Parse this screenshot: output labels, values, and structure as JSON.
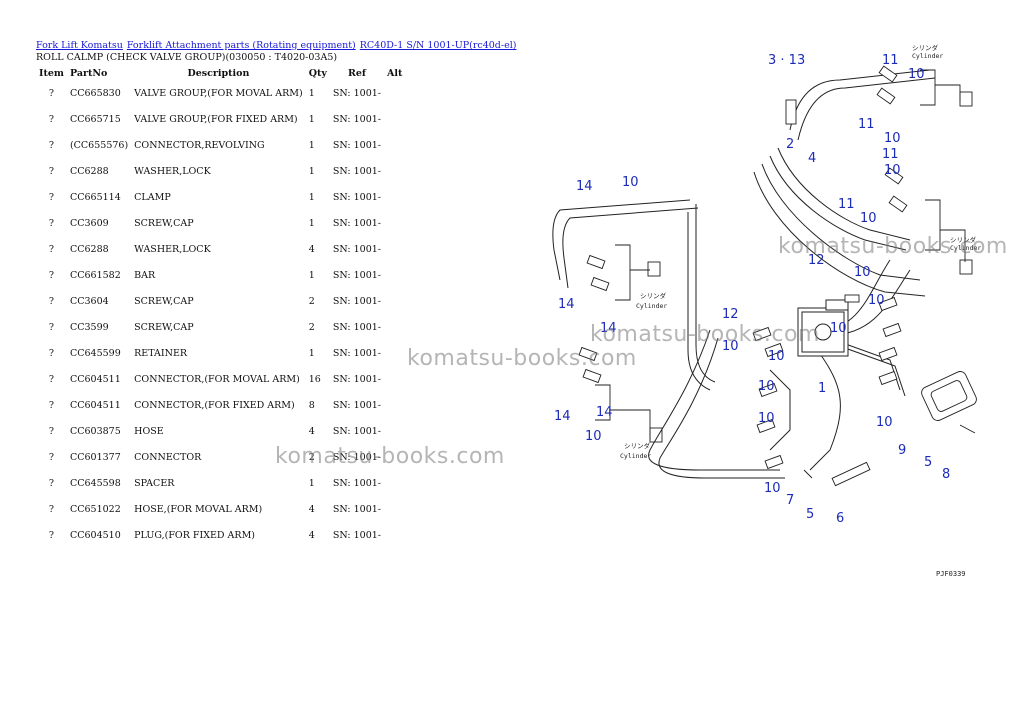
{
  "breadcrumbs": [
    "Fork Lift Komatsu",
    "Forklift Attachment parts (Rotating equipment)",
    "RC40D-1 S/N 1001-UP(rc40d-el)"
  ],
  "subtitle": "ROLL CALMP (CHECK VALVE GROUP)(030050 : T4020-03A5)",
  "table": {
    "headers": [
      "Item",
      "PartNo",
      "Description",
      "Qty",
      "Ref",
      "Alt"
    ],
    "rows": [
      {
        "item": "?",
        "part": "CC665830",
        "desc": "VALVE GROUP,(FOR MOVAL ARM)",
        "qty": "1",
        "ref": "SN: 1001-"
      },
      {
        "item": "?",
        "part": "CC665715",
        "desc": "VALVE GROUP,(FOR FIXED ARM)",
        "qty": "1",
        "ref": "SN: 1001-"
      },
      {
        "item": "?",
        "part": "(CC655576)",
        "desc": "CONNECTOR,REVOLVING",
        "qty": "1",
        "ref": "SN: 1001-"
      },
      {
        "item": "?",
        "part": "CC6288",
        "desc": "WASHER,LOCK",
        "qty": "1",
        "ref": "SN: 1001-"
      },
      {
        "item": "?",
        "part": "CC665114",
        "desc": "CLAMP",
        "qty": "1",
        "ref": "SN: 1001-"
      },
      {
        "item": "?",
        "part": "CC3609",
        "desc": "SCREW,CAP",
        "qty": "1",
        "ref": "SN: 1001-"
      },
      {
        "item": "?",
        "part": "CC6288",
        "desc": "WASHER,LOCK",
        "qty": "4",
        "ref": "SN: 1001-"
      },
      {
        "item": "?",
        "part": "CC661582",
        "desc": "BAR",
        "qty": "1",
        "ref": "SN: 1001-"
      },
      {
        "item": "?",
        "part": "CC3604",
        "desc": "SCREW,CAP",
        "qty": "2",
        "ref": "SN: 1001-"
      },
      {
        "item": "?",
        "part": "CC3599",
        "desc": "SCREW,CAP",
        "qty": "2",
        "ref": "SN: 1001-"
      },
      {
        "item": "?",
        "part": "CC645599",
        "desc": "RETAINER",
        "qty": "1",
        "ref": "SN: 1001-"
      },
      {
        "item": "?",
        "part": "CC604511",
        "desc": "CONNECTOR,(FOR MOVAL ARM)",
        "qty": "16",
        "ref": "SN: 1001-"
      },
      {
        "item": "?",
        "part": "CC604511",
        "desc": "CONNECTOR,(FOR FIXED ARM)",
        "qty": "8",
        "ref": "SN: 1001-"
      },
      {
        "item": "?",
        "part": "CC603875",
        "desc": "HOSE",
        "qty": "4",
        "ref": "SN: 1001-"
      },
      {
        "item": "?",
        "part": "CC601377",
        "desc": "CONNECTOR",
        "qty": "2",
        "ref": "SN: 1001-"
      },
      {
        "item": "?",
        "part": "CC645598",
        "desc": "SPACER",
        "qty": "1",
        "ref": "SN: 1001-"
      },
      {
        "item": "?",
        "part": "CC651022",
        "desc": "HOSE,(FOR MOVAL ARM)",
        "qty": "4",
        "ref": "SN: 1001-"
      },
      {
        "item": "?",
        "part": "CC604510",
        "desc": "PLUG,(FOR FIXED ARM)",
        "qty": "4",
        "ref": "SN: 1001-"
      }
    ]
  },
  "diagram": {
    "callouts": [
      "3 · 13",
      "11",
      "10",
      "2",
      "4",
      "11",
      "10",
      "11",
      "10",
      "11",
      "10",
      "14",
      "10",
      "12",
      "10",
      "14",
      "10",
      "14",
      "12",
      "10",
      "14",
      "10",
      "10",
      "10",
      "1",
      "10",
      "14",
      "10",
      "9",
      "5",
      "8",
      "10",
      "7",
      "5",
      "6",
      "10"
    ],
    "cylinder_label_jp": "シリンダ",
    "cylinder_label": "Cylinder",
    "drawing_code": "PJF0339",
    "callout_color": "#1c2bb8"
  },
  "watermark": "komatsu-books.com"
}
